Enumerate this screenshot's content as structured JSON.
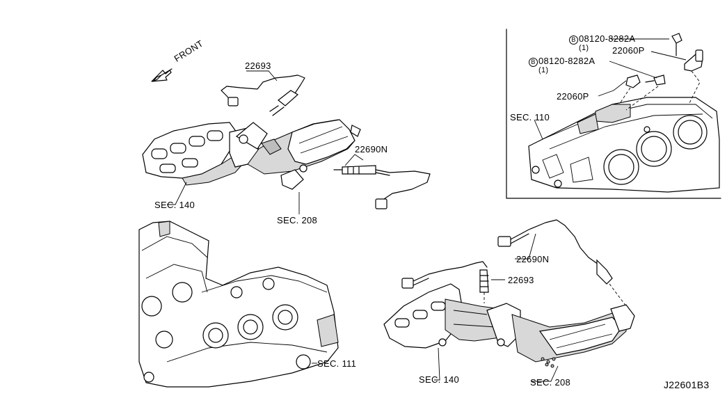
{
  "front_label": "FRONT",
  "upper_left": {
    "sensor_22693": "22693",
    "sensor_22690n": "22690N",
    "sec_140": "SEC. 140",
    "sec_208": "SEC. 208"
  },
  "inset": {
    "bolt_1_code": "08120-8282A",
    "bolt_1_qty": "(1)",
    "bolt_2_code": "08120-8282A",
    "bolt_2_qty": "(1)",
    "knock_sensor_1": "22060P",
    "knock_sensor_2": "22060P",
    "sec_110": "SEC. 110",
    "bolt_symbol": "B"
  },
  "lower": {
    "sec_111": "SEC. 111",
    "sensor_22690n": "22690N",
    "sensor_22693": "22693",
    "sec_140": "SEC. 140",
    "sec_208": "SEC. 208"
  },
  "diagram_id": "J22601B3"
}
